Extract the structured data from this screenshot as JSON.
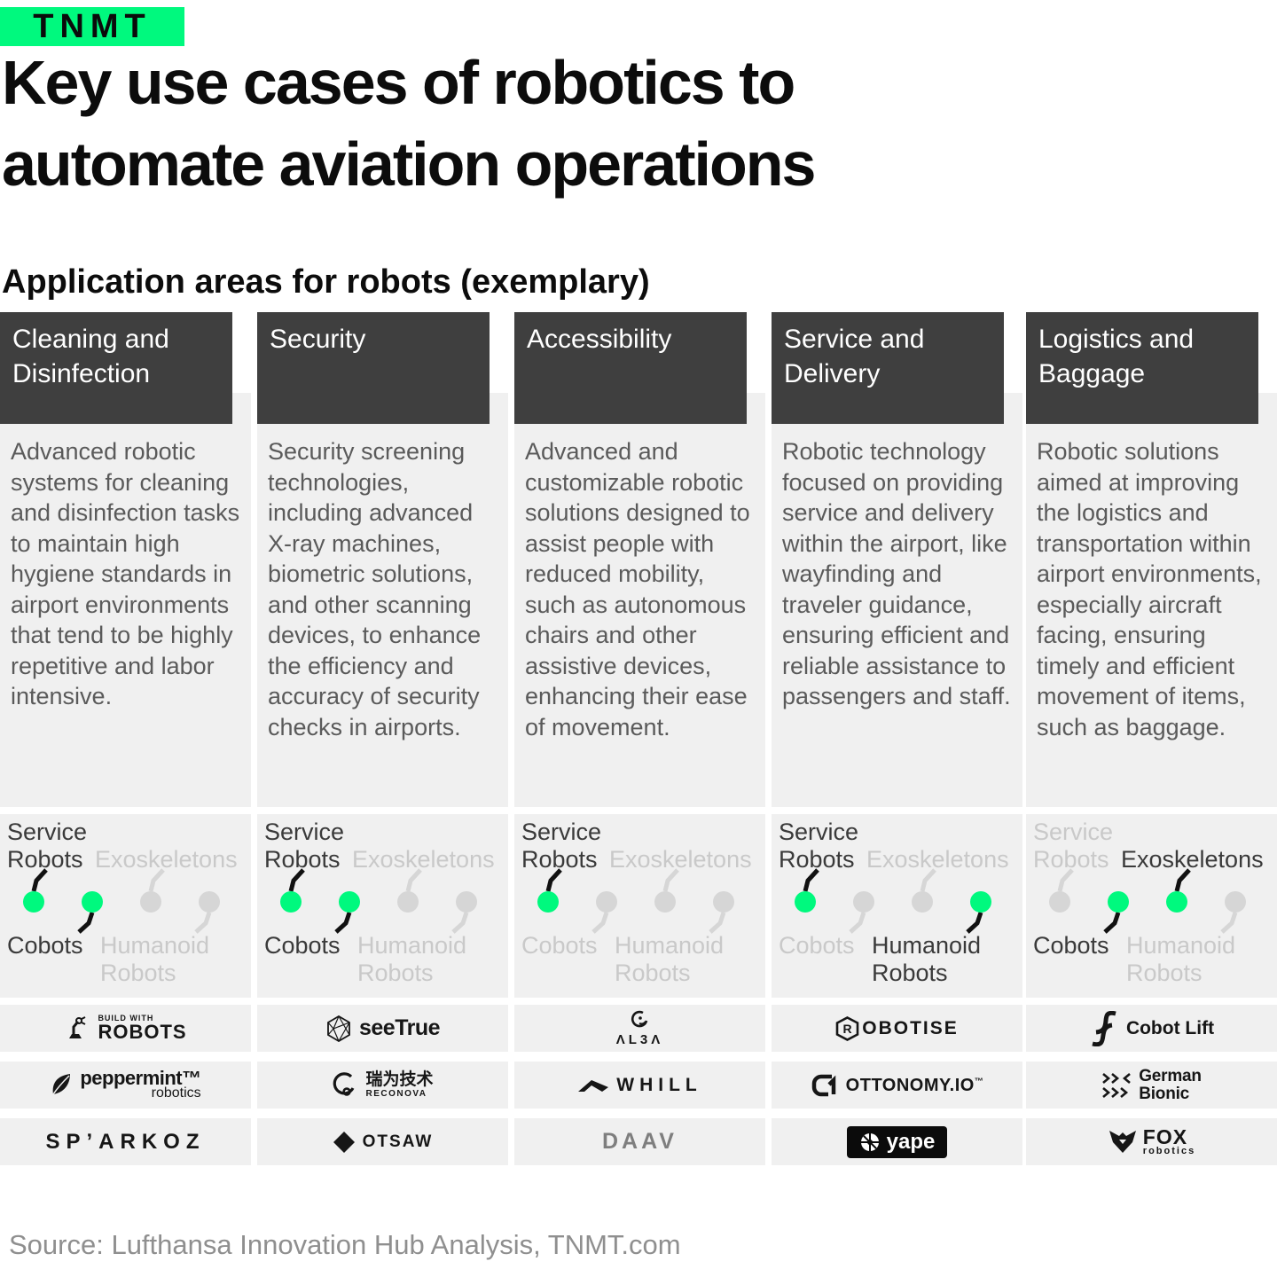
{
  "brand": {
    "logo_text": "TNMT"
  },
  "title": "Key use cases of robotics to automate aviation operations",
  "subtitle": "Application areas for robots (exemplary)",
  "source": "Source: Lufthansa Innovation Hub Analysis, TNMT.com",
  "colors": {
    "accent_green": "#00F97E",
    "header_bg": "#3F3F3F",
    "panel_bg": "#F0F0F0",
    "active_label": "#3A3A3A",
    "inactive_label": "#C9C9C9",
    "inactive_dot": "#D6D6D6",
    "description_text": "#5A5A5A"
  },
  "robot_types": {
    "service_robots": "Service Robots",
    "exoskeletons": "Exoskeletons",
    "cobots": "Cobots",
    "humanoid_robots": "Humanoid Robots"
  },
  "chart_data": {
    "type": "table",
    "title": "Key use cases of robotics to automate aviation operations",
    "subtitle": "Application areas for robots (exemplary)",
    "categories": [
      "Cleaning and Disinfection",
      "Security",
      "Accessibility",
      "Service and Delivery",
      "Logistics and Baggage"
    ],
    "series": [
      {
        "name": "Service Robots",
        "values": [
          1,
          1,
          1,
          1,
          0
        ]
      },
      {
        "name": "Cobots",
        "values": [
          1,
          1,
          0,
          0,
          1
        ]
      },
      {
        "name": "Exoskeletons",
        "values": [
          0,
          0,
          0,
          0,
          1
        ]
      },
      {
        "name": "Humanoid Robots",
        "values": [
          0,
          0,
          0,
          1,
          0
        ]
      }
    ],
    "legend_note": "1 = applicable (green dot), 0 = not applicable (gray dot)"
  },
  "columns": [
    {
      "header": "Cleaning and Disinfection",
      "description": "Advanced robotic systems for cleaning and disinfection tasks to maintain high hygiene standards in airport environments that tend to be highly repetitive and labor intensive.",
      "robots": {
        "service_robots": true,
        "cobots": true,
        "exoskeletons": false,
        "humanoid_robots": false
      },
      "logos": [
        {
          "id": "build-with-robots",
          "icon": "robot-arm-icon",
          "top": "BUILD WITH",
          "main": "ROBOTS",
          "cls": "bwr"
        },
        {
          "id": "peppermint-robotics",
          "icon": "leaf-icon",
          "main": "peppermint™",
          "sub": "robotics",
          "cls": "peppermint"
        },
        {
          "id": "sparkoz",
          "main": "SPʼARKOZ",
          "cls": "sparkoz"
        }
      ]
    },
    {
      "header": "Security",
      "description": "Security screening technologies, including advanced X-ray machines, biometric solutions, and other scanning devices, to enhance the efficiency and accuracy of security checks in airports.",
      "robots": {
        "service_robots": true,
        "cobots": true,
        "exoskeletons": false,
        "humanoid_robots": false
      },
      "logos": [
        {
          "id": "seetrue",
          "icon": "polyhedron-icon",
          "main": "seeTrue",
          "cls": "seetrue"
        },
        {
          "id": "reconova",
          "icon": "face-profile-icon",
          "main": "瑞为技术",
          "sub": "RECONOVA",
          "cls": "reconova"
        },
        {
          "id": "otsaw",
          "icon": "diamond-icon",
          "main": "OTSAW",
          "cls": "otsaw"
        }
      ]
    },
    {
      "header": "Accessibility",
      "description": "Advanced and customizable robotic solutions designed to assist people with reduced mobility, such as autonomous chairs and other assistive devices, enhancing their ease of movement.",
      "robots": {
        "service_robots": true,
        "cobots": false,
        "exoskeletons": false,
        "humanoid_robots": false
      },
      "logos": [
        {
          "id": "alba",
          "icon": "robot-head-icon",
          "main": "ΛL3Λ",
          "cls": "alba",
          "stacked": true
        },
        {
          "id": "whill",
          "icon": "chevron-icon",
          "main": "WHILL",
          "cls": "whill"
        },
        {
          "id": "daav",
          "main": "DAAV",
          "cls": "daav"
        }
      ]
    },
    {
      "header": "Service and Delivery",
      "description": "Robotic technology focused on providing service and delivery within the airport, like wayfinding and traveler guidance, ensuring efficient and reliable assistance to passengers and staff.",
      "robots": {
        "service_robots": true,
        "cobots": false,
        "exoskeletons": false,
        "humanoid_robots": true
      },
      "logos": [
        {
          "id": "robotise",
          "icon": "hexagon-r-icon",
          "main": "OBOTISE",
          "cls": "robotise"
        },
        {
          "id": "ottonomy",
          "icon": "c-arrow-icon",
          "main": "OTTONOMY.IO",
          "sup": "™",
          "cls": "ottonomy"
        },
        {
          "id": "yape",
          "icon": "wheel-icon",
          "main": "yape",
          "cls": "yape",
          "badge": true
        }
      ]
    },
    {
      "header": "Logistics and Baggage",
      "description": "Robotic solutions aimed at improving the logistics and transportation within airport environments, especially aircraft facing, ensuring timely and efficient movement of items, such as baggage.",
      "robots": {
        "service_robots": false,
        "cobots": true,
        "exoskeletons": true,
        "humanoid_robots": false
      },
      "logos": [
        {
          "id": "cobot-lift",
          "icon": "swirl-icon",
          "main": "Cobot Lift",
          "cls": "cobotlift"
        },
        {
          "id": "german-bionic",
          "icon": "chevrons-icon",
          "main": "German",
          "sub": "Bionic",
          "cls": "germanbionic"
        },
        {
          "id": "fox-robotics",
          "icon": "fox-icon",
          "main": "FOX",
          "sub": "robotics",
          "cls": "fox"
        }
      ]
    }
  ]
}
